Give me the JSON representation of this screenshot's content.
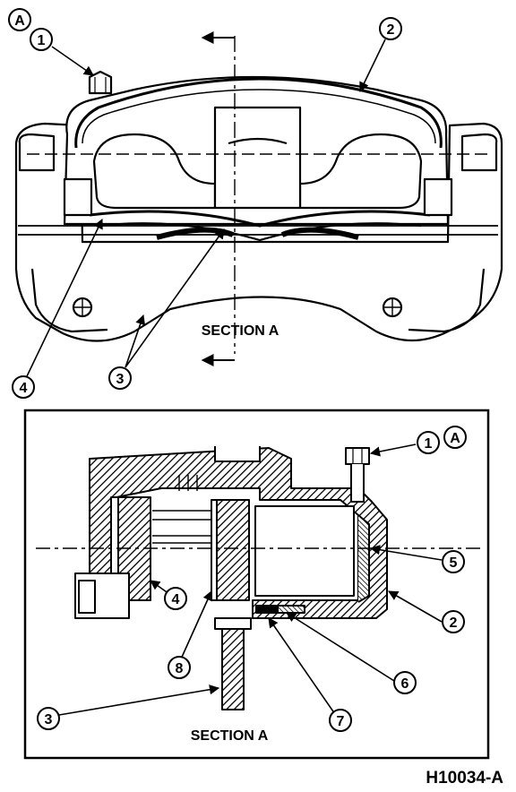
{
  "top_view": {
    "view_tag": "A",
    "section_label": "SECTION A",
    "callouts": {
      "c1": "1",
      "c2": "2",
      "c3": "3",
      "c4": "4"
    }
  },
  "section_view": {
    "view_tag": "A",
    "section_label": "SECTION A",
    "callouts": {
      "c1": "1",
      "c2": "2",
      "c3": "3",
      "c4": "4",
      "c5": "5",
      "c6": "6",
      "c7": "7",
      "c8": "8"
    }
  },
  "figure_id": "H10034-A"
}
